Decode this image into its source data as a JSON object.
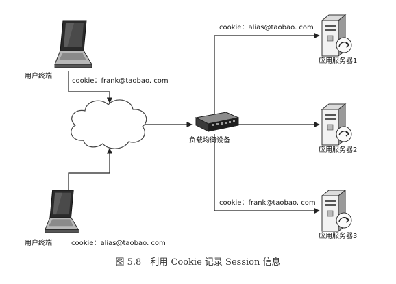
{
  "nodes": {
    "client_top_label": "用户终端",
    "client_bottom_label": "用户终端",
    "load_balancer_label": "负载均衡设备",
    "server1_label": "应用服务器1",
    "server2_label": "应用服务器2",
    "server3_label": "应用服务器3"
  },
  "edges": {
    "client_top_cookie": "cookie：frank@taobao. com",
    "client_bottom_cookie": "cookie：alias@taobao. com",
    "server1_cookie": "cookie：alias@taobao. com",
    "server3_cookie": "cookie：frank@taobao. com"
  },
  "caption": "图 5.8　利用 Cookie 记录 Session 信息"
}
